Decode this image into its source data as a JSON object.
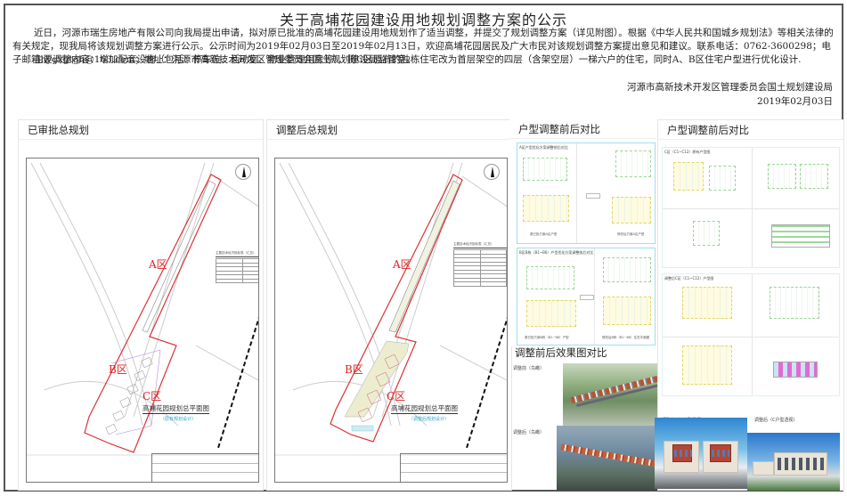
{
  "notice": {
    "title": "关于高埔花园建设用地规划调整方案的公示",
    "paragraph1": "近日，河源市瑞生房地产有限公司向我局提出申请，拟对原已批准的高埔花园建设用地规划作了适当调整，并提交了规划调整方案（详见附图）。根据《中华人民共和国城乡规划法》等相关法律的有关规定，现我局将该规划调整方案进行公示。公示时间为2019年02月03日至2019年02月13日，欢迎高埔花园居民及广大市民对该规划调整方案提出意见和建议。联系电话：0762-3600298；电子邮箱hygxgtgh@163.com；地址：河源市高新技术开发区管理委员会国土规划建设局监管室。",
    "paragraph2": "主要调整内容：增加配套设施（包括：停车位、活动室、物业管理用房等），将C区原有的独栋住宅改为首层架空的四层（含架空层）一梯六户的住宅，同时A、B区住宅户型进行优化设计.",
    "issuer": "河源市高新技术开发区管理委员会国土规划建设局",
    "date": "2019年02月03日"
  },
  "panels": {
    "approved": {
      "heading": "已审批总规划",
      "plan_title": "高埔花园规划总平面图",
      "plan_subtitle": "（原有规划设计）",
      "zones": [
        "A区",
        "B区",
        "C区"
      ],
      "stats_heading": "主要技术经济指标表（汇总）"
    },
    "adjusted": {
      "heading": "调整后总规划",
      "plan_title": "高埔花园规划总平面图",
      "plan_subtitle": "（调整后规划设计）",
      "zones": [
        "A区",
        "B区",
        "C区"
      ],
      "stats_heading": "主要技术经济指标表（汇总）"
    },
    "unit_compare_1": {
      "heading": "户型调整前后对比",
      "card1_caption": "A区户型优化方案调整前后对比",
      "card1_before": "原已批方案A区户型",
      "card1_after": "修改后方案A区户型",
      "card2_caption": "B区B栋（B1~B6）户型优化方案调整前后对比",
      "card2_before": "原已批方案B栋（B1~B6）户型",
      "card2_after": "修改后B栋（B1~B6）住宅平面图"
    },
    "unit_compare_2": {
      "heading": "户型调整前后对比",
      "card1_caption": "C区（C1~C12）原有户型图",
      "card2_caption": "调整后C区（C1~C12）户型图"
    },
    "renderings": {
      "heading": "调整前后效果图对比",
      "before_aerial": "调整前（鸟瞰）",
      "after_aerial": "调整后（鸟瞰）",
      "before_c": "调整前（C户型透视）",
      "after_c": "调整后（C户型透视）"
    }
  }
}
